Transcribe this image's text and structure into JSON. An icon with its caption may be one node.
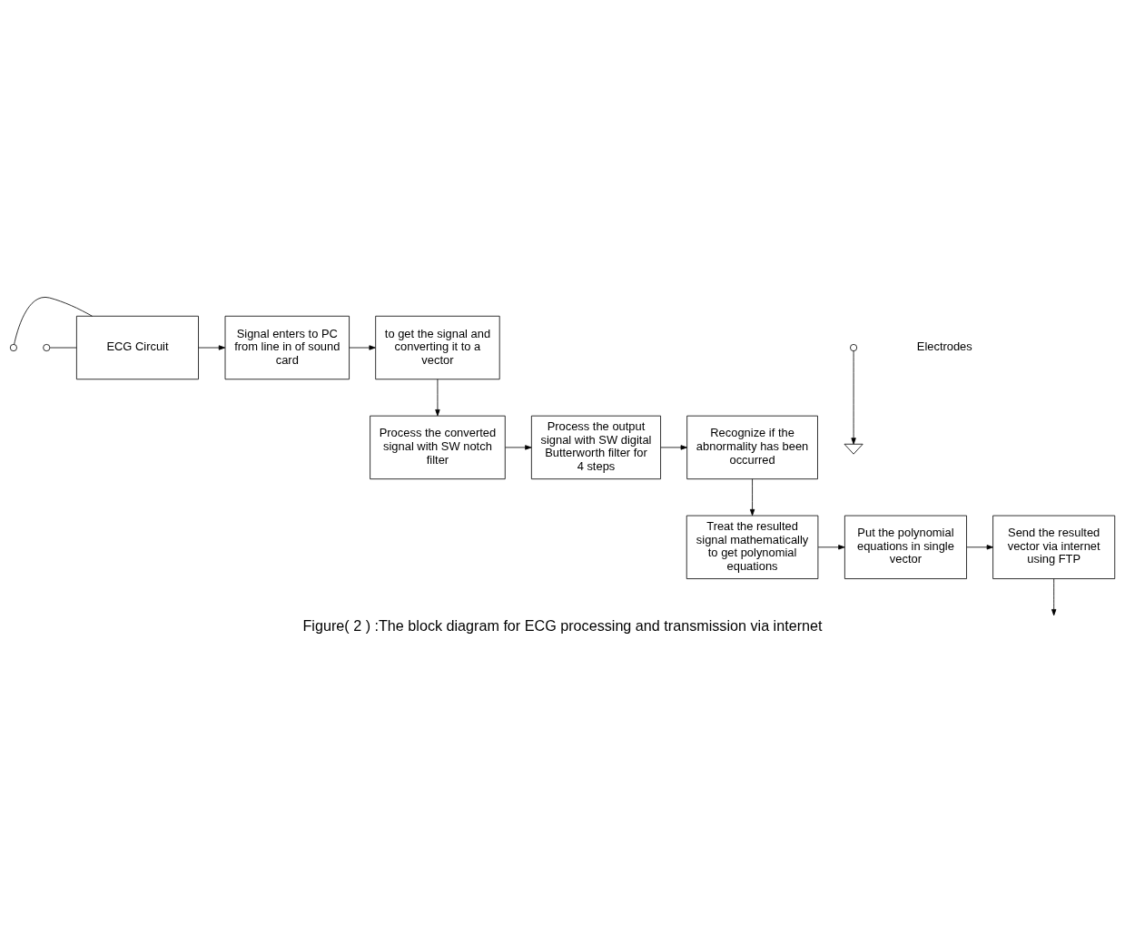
{
  "diagram": {
    "caption": "Figure( 2 ) :The block diagram for ECG processing and transmission via internet",
    "nodes": [
      {
        "text": [],
        "shape": "circle"
      },
      {
        "text": [],
        "shape": "circle"
      },
      {
        "text": [],
        "shape": "circle"
      },
      {
        "text": [],
        "shape": "ground"
      },
      {
        "text": [
          "ECG Circuit"
        ]
      },
      {
        "text": [
          "Signal enters to PC from line in of sound card"
        ]
      },
      {
        "text": [
          "to get the signal and converting it to a vector"
        ]
      },
      {
        "text": [
          "Process the converted signal with SW notch filter"
        ]
      },
      {
        "text": [
          "Process the output signal with SW digital Butterworth filter for 4 steps"
        ]
      },
      {
        "text": [
          "Recognize if the abnormality has been occurred"
        ]
      },
      {
        "text": [
          "Treat the resulted signal mathematically to get polynomial equations"
        ]
      },
      {
        "text": [
          "Put the polynomial equations in single vector"
        ]
      },
      {
        "text": [
          "Send the resulted vector via internet using FTP"
        ]
      }
    ],
    "edges": [
      {
        "from": 0,
        "to": 4,
        "arrow": "none"
      },
      {
        "from": 1,
        "to": 4,
        "arrow": "none"
      },
      {
        "from": 2,
        "to": 3,
        "arrow": "to"
      },
      {
        "from": 4,
        "to": 5,
        "arrow": "to"
      },
      {
        "from": 5,
        "to": 6,
        "arrow": "to"
      },
      {
        "from": 6,
        "to": 7,
        "arrow": "to"
      },
      {
        "from": 7,
        "to": 8,
        "arrow": "to"
      },
      {
        "from": 8,
        "to": 9,
        "arrow": "to"
      },
      {
        "from": 9,
        "to": 10,
        "arrow": "to"
      },
      {
        "from": 10,
        "to": 11,
        "arrow": "to"
      },
      {
        "from": 11,
        "to": 12,
        "arrow": "to"
      },
      {
        "from": 12,
        "to": null,
        "arrow": "to"
      }
    ],
    "labels": [
      "Electrodes"
    ]
  }
}
